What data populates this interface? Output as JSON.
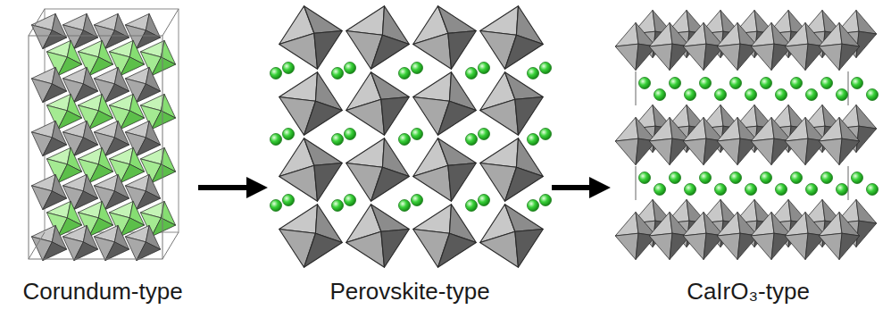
{
  "diagram": {
    "nodes": [
      {
        "text": [
          "Corundum-type"
        ]
      },
      {
        "text": [
          "Perovskite-type"
        ]
      },
      {
        "text": [
          "CaIrO₃-type"
        ]
      }
    ],
    "edges": [
      {
        "from": 0,
        "to": 1,
        "arrow": "to"
      },
      {
        "from": 1,
        "to": 2,
        "arrow": "to"
      }
    ]
  }
}
